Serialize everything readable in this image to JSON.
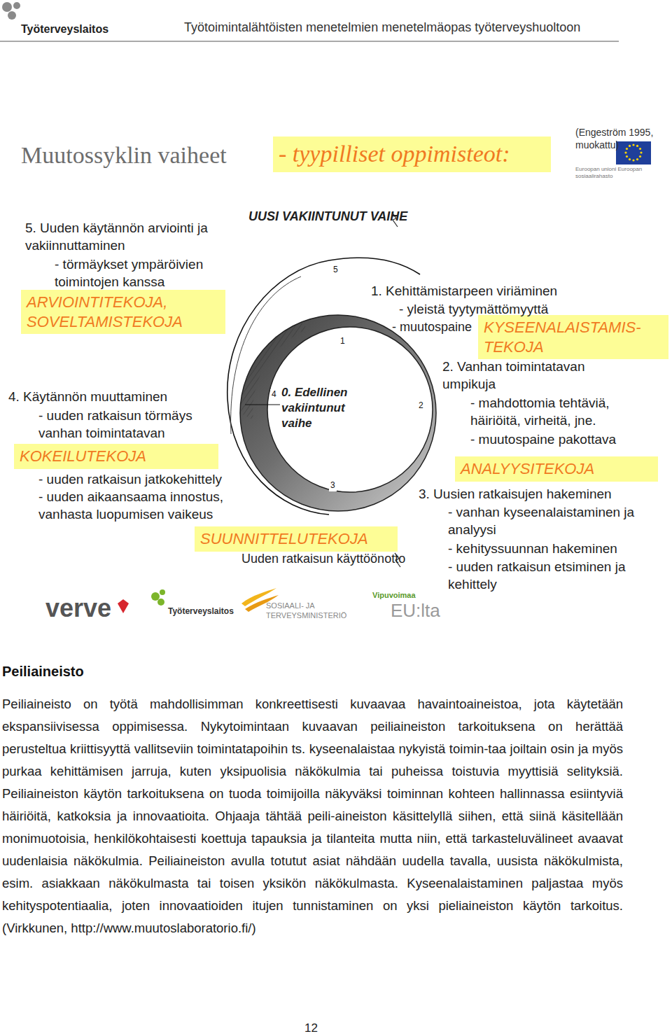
{
  "diagram": {
    "title": "Muutossyklin vaiheet",
    "nodes": [
      {
        "text": [
          "- tyypilliset oppimisteot:"
        ]
      },
      {
        "text": [
          "ARVIOINTITEKOJA, SOVELTAMISTEKOJA"
        ]
      },
      {
        "text": [
          "KYSEENALAISTAMIS-TEKOJA"
        ]
      },
      {
        "text": [
          "KOKEILUTEKOJA"
        ]
      },
      {
        "text": [
          "ANALYYSITEKOJA"
        ]
      },
      {
        "text": [
          "SUUNNITTELUTEKOJA"
        ]
      }
    ],
    "labels": [
      "Työterveyslaitos",
      "Työtoimintalähtöisten menetelmien menetelmäopas työterveyshuoltoon",
      "(Engeström 1995, muokattu)",
      "Euroopan unioni Euroopan sosiaalirahasto",
      "UUSI VAKIINTUNUT VAIHE",
      "5. Uuden käytännön arviointi ja vakiinnuttaminen",
      "- törmäykset ympäröivien toimintojen kanssa",
      "1. Kehittämistarpeen viriäminen",
      "- yleistä tyytymättömyyttä",
      "- muutospaine",
      "2. Vanhan toimintatavan umpikuja",
      "- mahdottomia tehtäviä, häiriöitä, virheitä, jne.",
      "- muutospaine pakottava",
      "3. Uusien ratkaisujen hakeminen",
      "- vanhan kyseenalaistaminen ja analyysi",
      "- kehityssuunnan hakeminen",
      "- uuden ratkaisun etsiminen ja kehittely",
      "4. Käytännön muuttaminen",
      "- uuden ratkaisun törmäys vanhan toimintatavan",
      "- uuden ratkaisun jatkokehittely",
      "- uuden aikaansaama innostus, vanhasta luopumisen vaikeus",
      "Uuden ratkaisun käyttöönotto",
      "0. Edellinen vakiintunut vaihe",
      "1",
      "2",
      "3",
      "4",
      "5",
      "verve",
      "Työterveyslaitos",
      "SOSIAALI- JA TERVEYSMINISTERIÖ",
      "Vipuvoimaa",
      "EU:lta",
      "Peiliaineisto",
      "Peiliaineisto on työtä mahdollisimman konkreettisesti kuvaavaa havaintoaineistoa, jota käytetään ekspansiivisessa oppimisessa. Nykytoimintaan kuvaavan peiliaineiston tarkoituksena on herättää perusteltua kriittisyyttä vallitseviin toimintatapoihin ts. kyseenalaistaa nykyistä toimin-taa joiltain osin ja myös purkaa kehittämisen jarruja, kuten yksipuolisia näkökulmia tai puheissa toistuvia myyttisiä selityksiä. Peiliaineiston käytön tarkoituksena on tuoda toimijoilla näkyväksi toiminnan kohteen hallinnassa esiintyviä häiriöitä, katkoksia ja innovaatioita. Ohjaaja tähtää peili-aineiston käsittelyllä siihen, että siinä käsitellään monimuotoisia, henkilökohtaisesti koettuja tapauksia ja tilanteita mutta niin, että tarkasteluvälineet avaavat uudenlaisia näkökulmia. Peiliaineiston avulla totutut asiat nähdään uudella tavalla, uusista näkökulmista, esim. asiakkaan näkökulmasta tai toisen yksikön näkökulmasta. Kyseenalaistaminen paljastaa myös kehityspotentiaalia, joten innovaatioiden itujen tunnistaminen on yksi pieliaineiston käytön tarkoitus. (Virkkunen, http://www.muutoslaboratorio.fi/)",
      "12"
    ]
  }
}
